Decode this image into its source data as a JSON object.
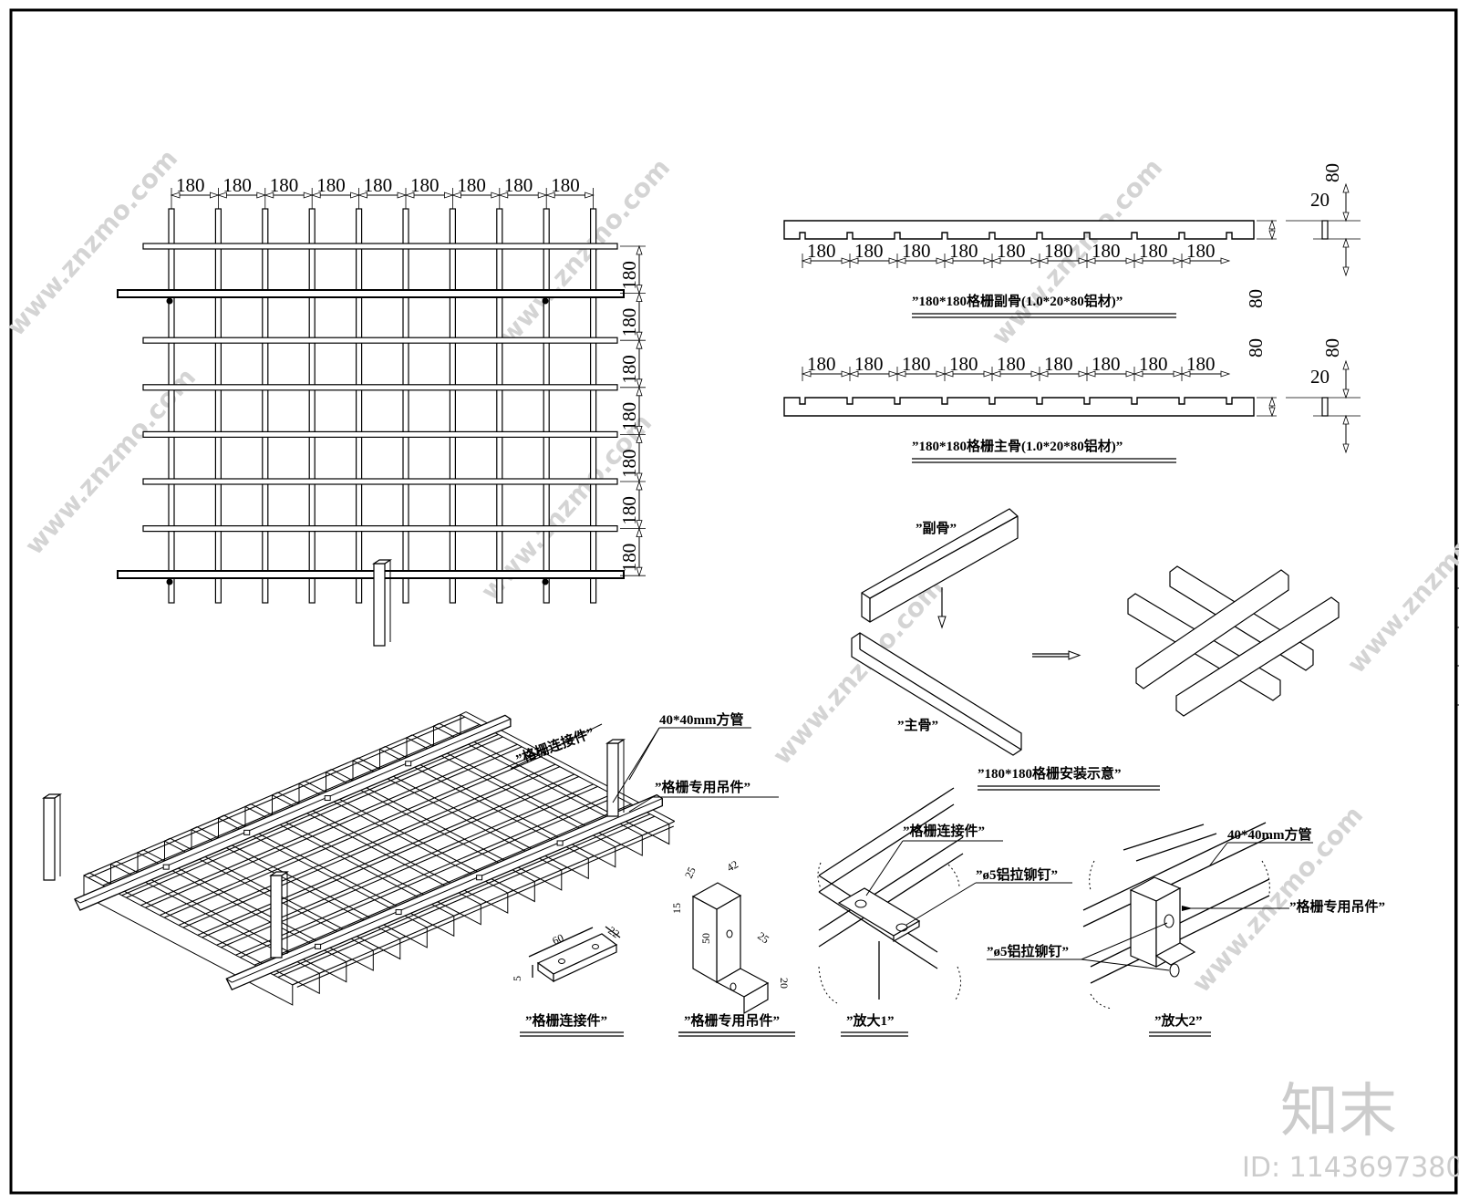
{
  "plan": {
    "spacing": "180",
    "top_dims": [
      "180",
      "180",
      "180",
      "180",
      "180",
      "180",
      "180",
      "180",
      "180"
    ],
    "right_dims": [
      "180",
      "180",
      "180",
      "180",
      "180",
      "180",
      "180"
    ]
  },
  "sub_bone": {
    "dims": [
      "180",
      "180",
      "180",
      "180",
      "180",
      "180",
      "180",
      "180",
      "180"
    ],
    "height": "80",
    "section_height": "80",
    "section_width": "20",
    "caption": "”180*180格栅副骨(1.0*20*80铝材)”"
  },
  "main_bone": {
    "dims": [
      "180",
      "180",
      "180",
      "180",
      "180",
      "180",
      "180",
      "180",
      "180"
    ],
    "height": "80",
    "section_height": "80",
    "section_width": "20",
    "caption": "”180*180格栅主骨(1.0*20*80铝材)”"
  },
  "install": {
    "sub_label": "”副骨”",
    "main_label": "”主骨”",
    "caption": "”180*180格栅安装示意”"
  },
  "iso": {
    "tube_label": "40*40mm方管",
    "connector_label": "”格栅连接件”",
    "hanger_label": "”格栅专用吊件”"
  },
  "connector": {
    "dim_length": "60",
    "dim_width": "22",
    "dim_thick": "5",
    "caption": "”格栅连接件”"
  },
  "hanger": {
    "dim_a": "25",
    "dim_b": "42",
    "dim_c": "15",
    "dim_d": "50",
    "dim_e": "25",
    "dim_f": "20",
    "caption": "”格栅专用吊件”"
  },
  "detail1": {
    "connector_label": "”格栅连接件”",
    "rivet_label": "”ø5铝拉铆钉”",
    "caption": "”放大1”"
  },
  "detail2": {
    "tube_label": "40*40mm方管",
    "hanger_label": "”格栅专用吊件”",
    "rivet_label": "”ø5铝拉铆钉”",
    "caption": "”放大2”"
  },
  "watermark": {
    "site": "www.znzmo.com",
    "logo": "知末",
    "id": "ID: 1143697380"
  }
}
